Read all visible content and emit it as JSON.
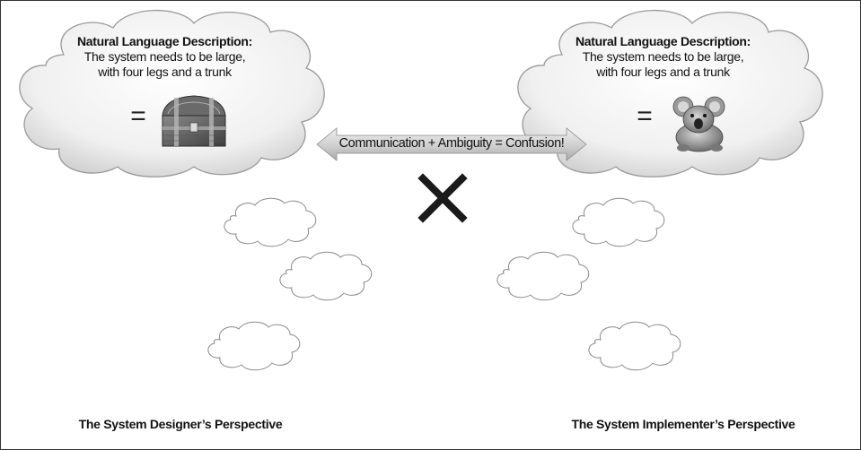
{
  "left_cloud": {
    "title": "Natural Language Description:",
    "line1": "The system needs to be large,",
    "line2": "with four legs and a trunk",
    "equals": "=",
    "image_icon": "treasure-chest-icon"
  },
  "right_cloud": {
    "title": "Natural Language Description:",
    "line1": "The system needs to be large,",
    "line2": "with four legs and a trunk",
    "equals": "=",
    "image_icon": "koala-icon"
  },
  "arrow": {
    "label": "Communication + Ambiguity = Confusion!"
  },
  "cross_icon": "x-mark-icon",
  "captions": {
    "left": "The System Designer’s Perspective",
    "right": "The System Implementer’s Perspective"
  },
  "colors": {
    "cloud_fill": "#e3e3e3",
    "cloud_stroke": "#9a9a9a",
    "arrow_fill": "#c8c8c8",
    "cross": "#1a1a1a"
  }
}
